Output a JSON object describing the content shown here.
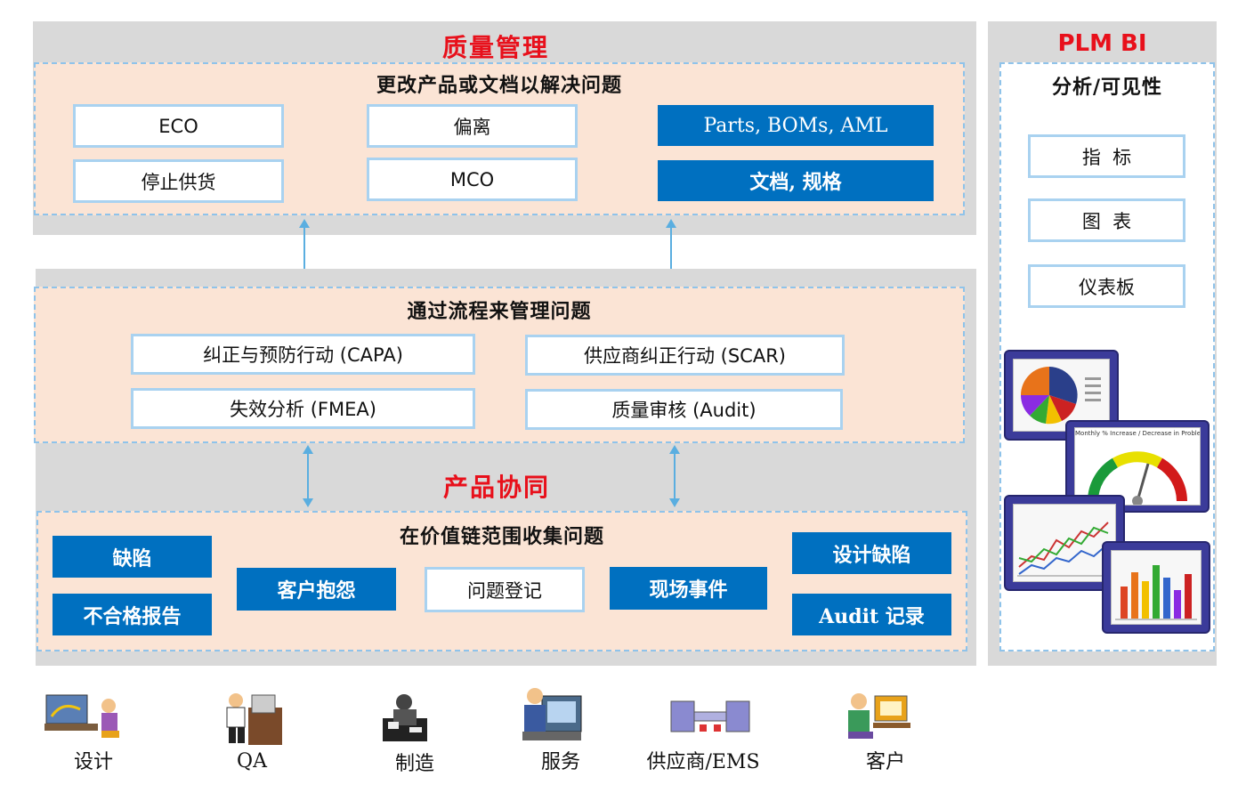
{
  "quality": {
    "title": "质量管理",
    "subtitle": "更改产品或文档以解决问题",
    "items": {
      "eco": "ECO",
      "deviation": "偏离",
      "parts": "Parts, BOMs, AML",
      "stop_supply": "停止供货",
      "mco": "MCO",
      "docs": "文档, 规格"
    }
  },
  "process": {
    "subtitle": "通过流程来管理问题",
    "items": {
      "capa": "纠正与预防行动 (CAPA)",
      "scar": "供应商纠正行动 (SCAR)",
      "fmea": "失效分析 (FMEA)",
      "audit": "质量审核 (Audit)"
    }
  },
  "collab": {
    "title": "产品协同",
    "subtitle": "在价值链范围收集问题",
    "items": {
      "defect": "缺陷",
      "nonconformance": "不合格报告",
      "complaint": "客户抱怨",
      "issue_log": "问题登记",
      "field_event": "现场事件",
      "design_defect": "设计缺陷",
      "audit_record": "Audit 记录"
    }
  },
  "bi": {
    "title": "PLM BI",
    "subtitle": "分析/可见性",
    "items": {
      "metrics": "指  标",
      "charts": "图  表",
      "dashboard": "仪表板"
    },
    "gauge_caption": "Monthly % Increase / Decrease in Problem"
  },
  "actors": [
    {
      "label": "设计",
      "icon": "designer-icon"
    },
    {
      "label": "QA",
      "icon": "qa-engineer-icon"
    },
    {
      "label": "制造",
      "icon": "manufacturing-icon"
    },
    {
      "label": "服务",
      "icon": "service-icon"
    },
    {
      "label": "供应商/EMS",
      "icon": "supplier-icon"
    },
    {
      "label": "客户",
      "icon": "customer-icon"
    }
  ],
  "colors": {
    "accent_red": "#e8101b",
    "box_blue": "#0070c0",
    "panel_gray": "#d9d9d9",
    "inner_peach": "#fbe4d5",
    "dash_blue": "#8fc3ea"
  }
}
